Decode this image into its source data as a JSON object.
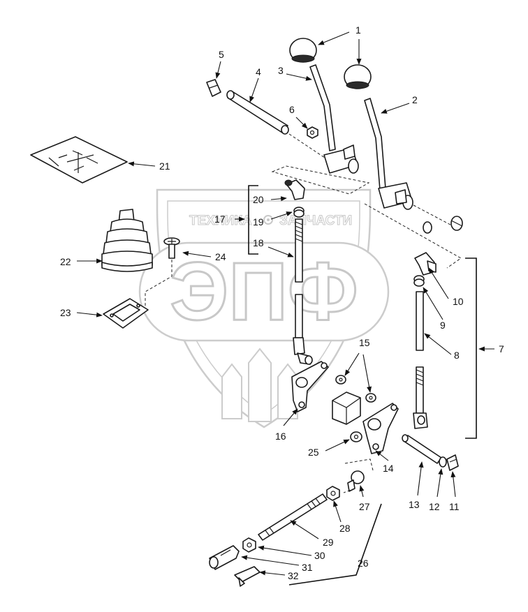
{
  "watermark": {
    "brand_large": "ЭПФ",
    "brand_left": "ТЕХНИКА",
    "brand_right": "ЗАПЧАСТИ"
  },
  "callouts": [
    {
      "id": "1",
      "label": "1"
    },
    {
      "id": "2",
      "label": "2"
    },
    {
      "id": "3",
      "label": "3"
    },
    {
      "id": "4",
      "label": "4"
    },
    {
      "id": "5",
      "label": "5"
    },
    {
      "id": "6",
      "label": "6"
    },
    {
      "id": "7",
      "label": "7"
    },
    {
      "id": "8",
      "label": "8"
    },
    {
      "id": "9",
      "label": "9"
    },
    {
      "id": "10",
      "label": "10"
    },
    {
      "id": "11",
      "label": "11"
    },
    {
      "id": "12",
      "label": "12"
    },
    {
      "id": "13",
      "label": "13"
    },
    {
      "id": "14",
      "label": "14"
    },
    {
      "id": "15",
      "label": "15"
    },
    {
      "id": "16",
      "label": "16"
    },
    {
      "id": "17",
      "label": "17"
    },
    {
      "id": "18",
      "label": "18"
    },
    {
      "id": "19",
      "label": "19"
    },
    {
      "id": "20",
      "label": "20"
    },
    {
      "id": "21",
      "label": "21"
    },
    {
      "id": "22",
      "label": "22"
    },
    {
      "id": "23",
      "label": "23"
    },
    {
      "id": "24",
      "label": "24"
    },
    {
      "id": "25",
      "label": "25"
    },
    {
      "id": "26",
      "label": "26"
    },
    {
      "id": "27",
      "label": "27"
    },
    {
      "id": "28",
      "label": "28"
    },
    {
      "id": "29",
      "label": "29"
    },
    {
      "id": "30",
      "label": "30"
    },
    {
      "id": "31",
      "label": "31"
    },
    {
      "id": "32",
      "label": "32"
    }
  ]
}
